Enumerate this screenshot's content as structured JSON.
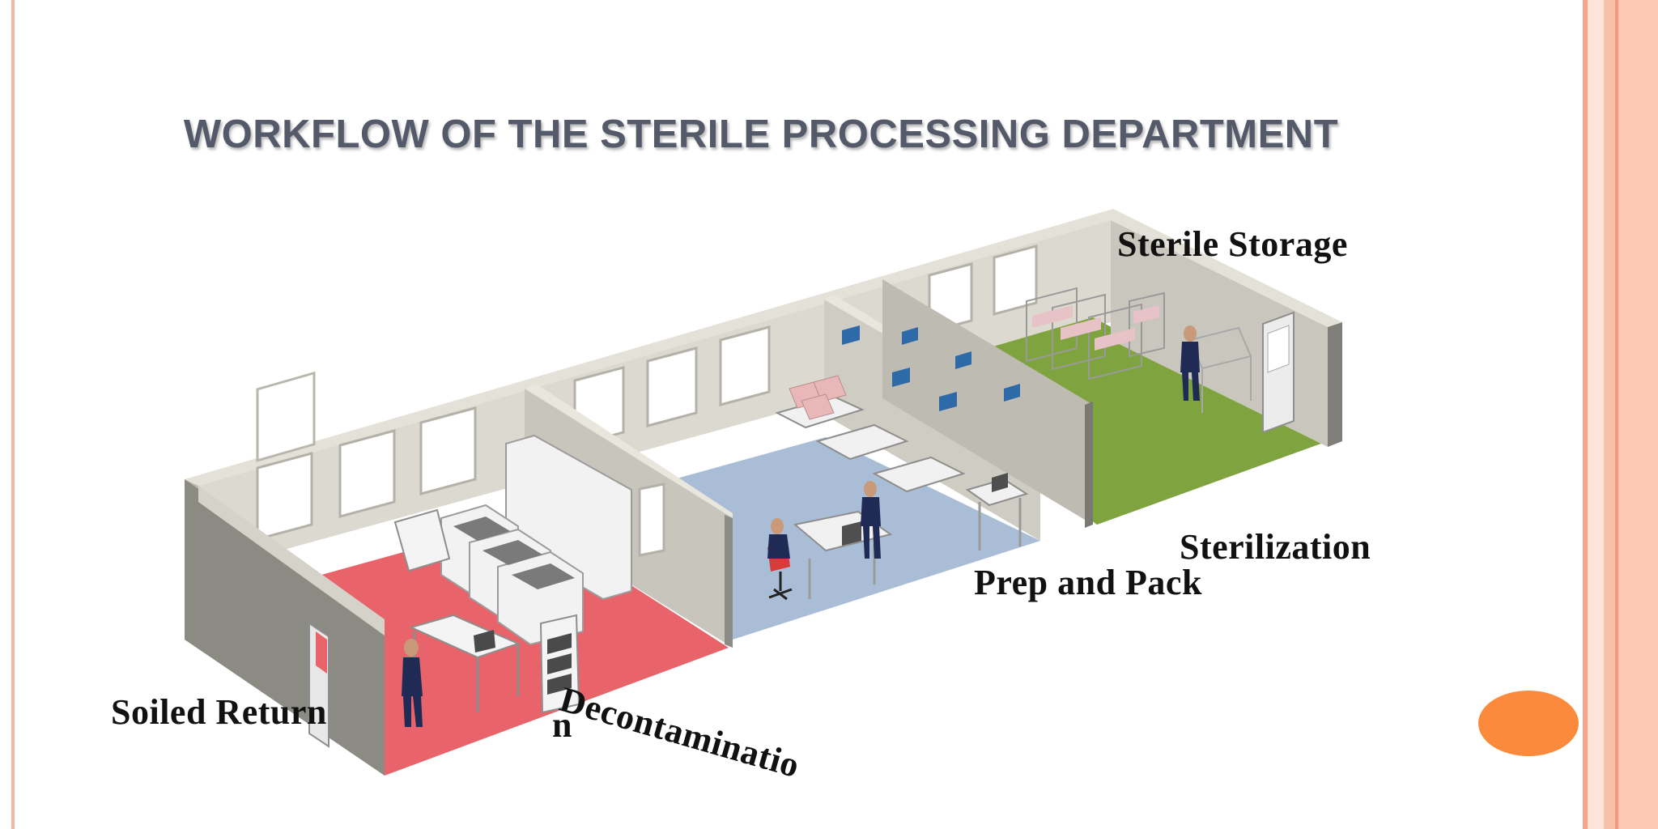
{
  "title": "WORKFLOW OF THE STERILE PROCESSING DEPARTMENT",
  "zones": {
    "sterile_storage": "Sterile Storage",
    "sterilization": "Sterilization",
    "prep_and_pack": "Prep and Pack",
    "soiled_return": "Soiled Return",
    "decontamination": "Decontaminatio",
    "decontamination_wrap": "n"
  },
  "colors": {
    "title": "#545a6a",
    "floor_decontamination": "#e8636a",
    "floor_prep_pack": "#a9bed6",
    "floor_sterile_storage": "#7fa33e",
    "walls": "#d9d7cd",
    "accent_oval": "#fb8a3c",
    "stripe_light": "#fcd3c2",
    "stripe_mid": "#f8b69e"
  }
}
